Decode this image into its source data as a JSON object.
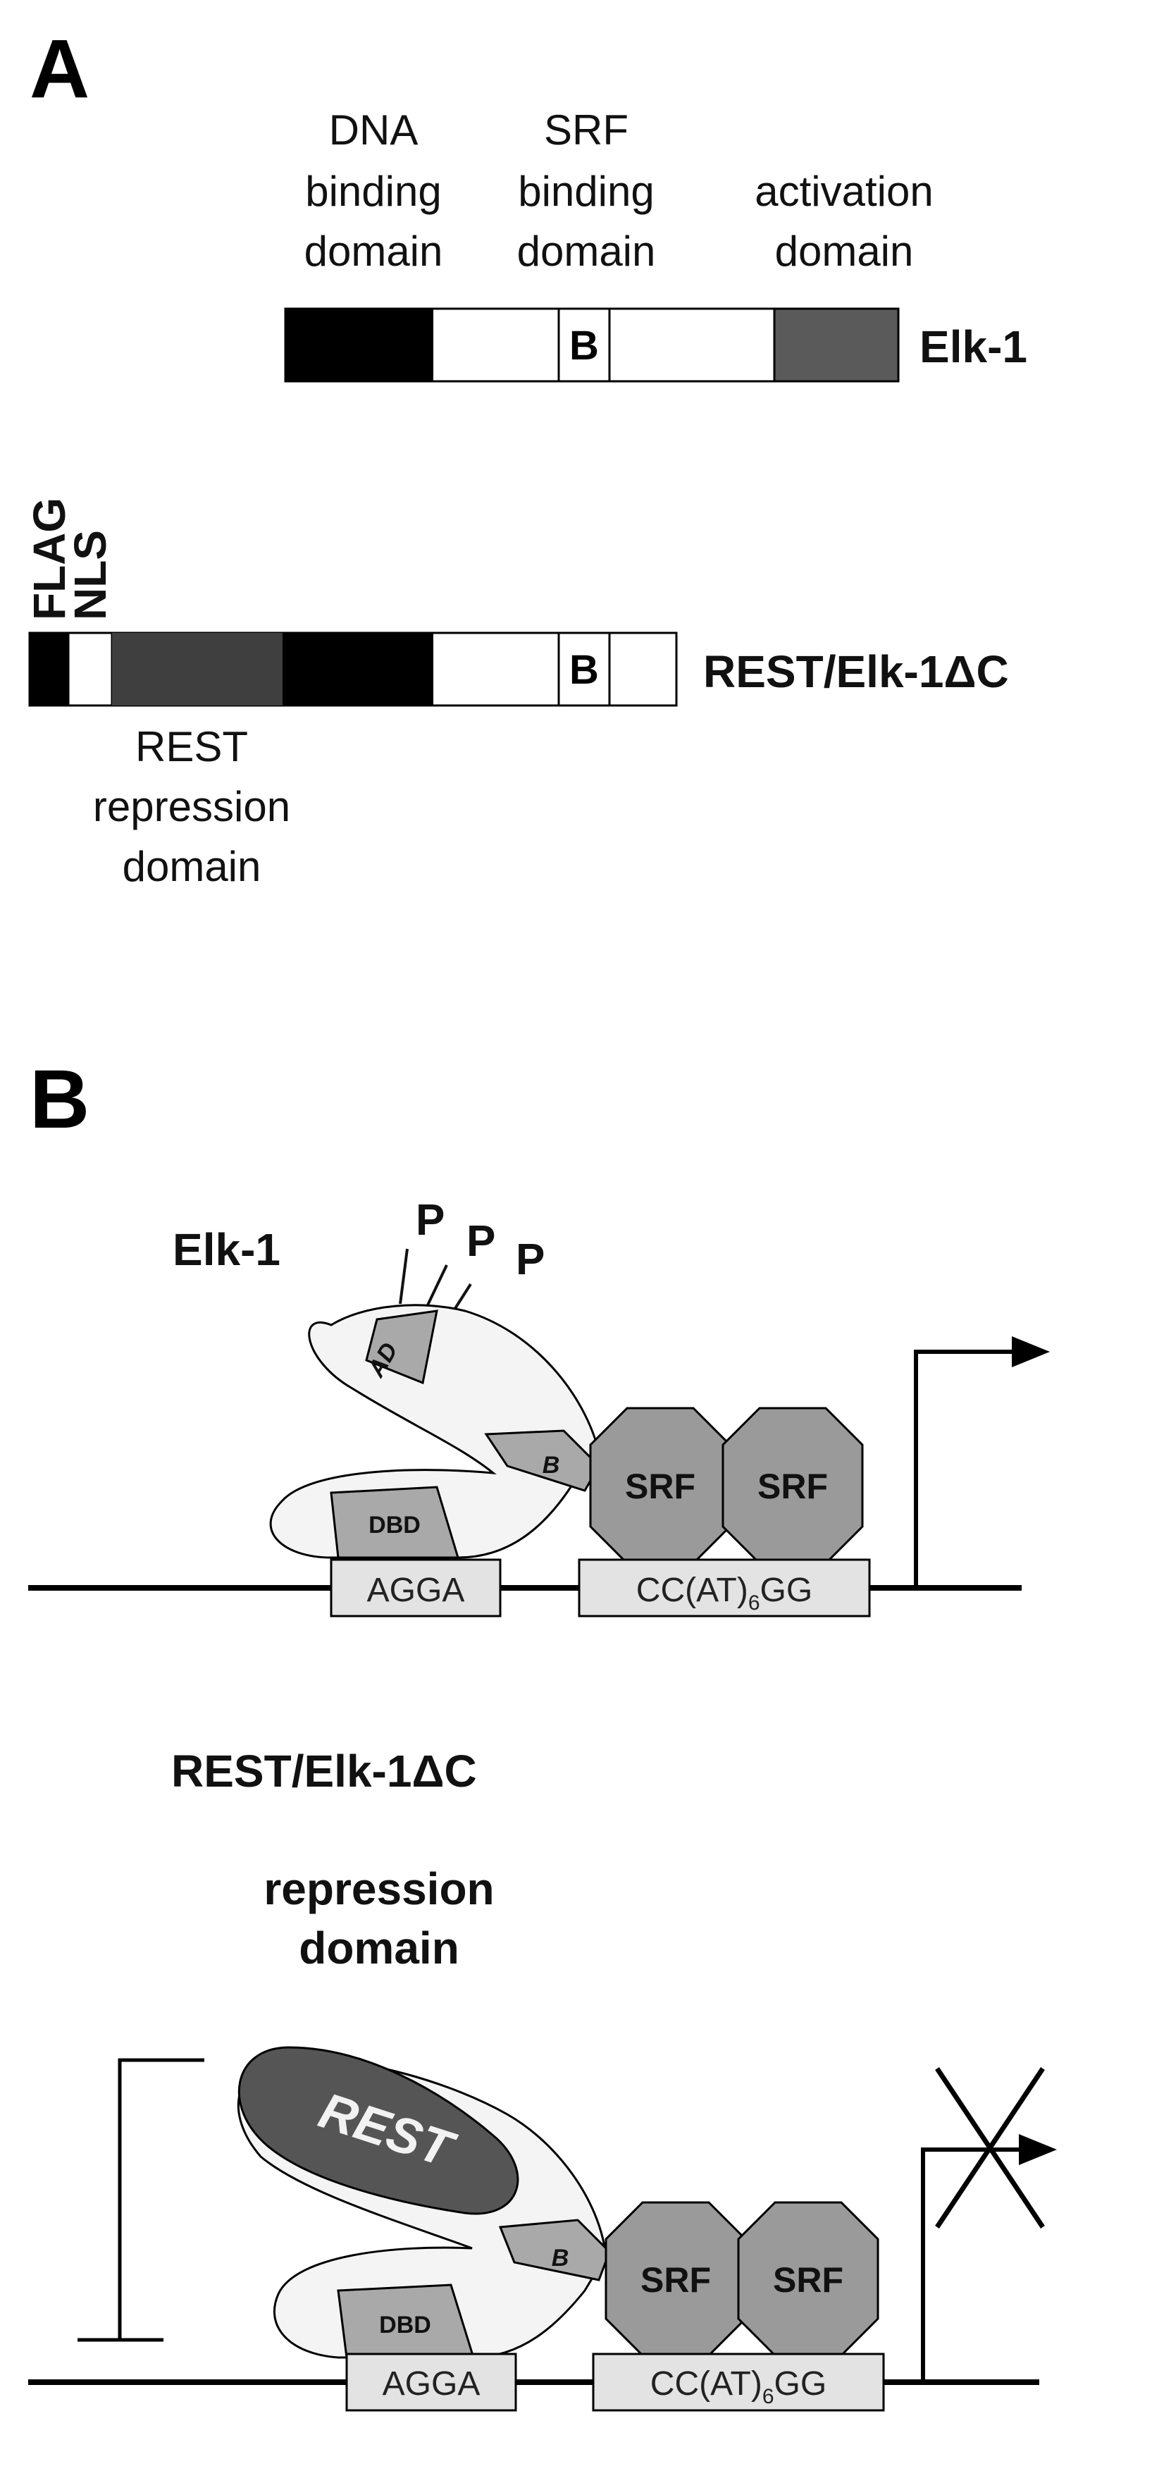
{
  "panel_a": {
    "letter": "A",
    "elk1": {
      "name": "Elk-1",
      "dna_binding_label": [
        "DNA",
        "binding",
        "domain"
      ],
      "srf_binding_label": [
        "SRF",
        "binding",
        "domain"
      ],
      "activation_label": [
        "activation",
        "domain"
      ],
      "b_box": "B"
    },
    "rest_elk": {
      "name": "REST/Elk-1ΔC",
      "flag_label": "FLAG",
      "nls_label": "NLS",
      "b_box": "B",
      "repression_label": [
        "REST",
        "repression",
        "domain"
      ]
    }
  },
  "panel_b": {
    "letter": "B",
    "top": {
      "title": "Elk-1",
      "phospho": [
        "P",
        "P",
        "P"
      ],
      "ad_label": "AD",
      "b_label": "B",
      "dbd_label": "DBD",
      "srf_labels": [
        "SRF",
        "SRF"
      ],
      "site_agga": "AGGA",
      "site_carg": {
        "pre": "CC(AT)",
        "sub": "6",
        "post": "GG"
      }
    },
    "bottom": {
      "title": "REST/Elk-1ΔC",
      "repression_label": [
        "repression",
        "domain"
      ],
      "rest_label": "REST",
      "b_label": "B",
      "dbd_label": "DBD",
      "srf_labels": [
        "SRF",
        "SRF"
      ],
      "site_agga": "AGGA",
      "site_carg": {
        "pre": "CC(AT)",
        "sub": "6",
        "post": "GG"
      }
    }
  },
  "colors": {
    "black": "#000000",
    "dark_gray": "#3f3f3f",
    "mid_gray": "#5a5a5a",
    "light_gray": "#a9a9a9",
    "pale": "#f4f4f4",
    "site_fill": "#e3e3e3"
  }
}
